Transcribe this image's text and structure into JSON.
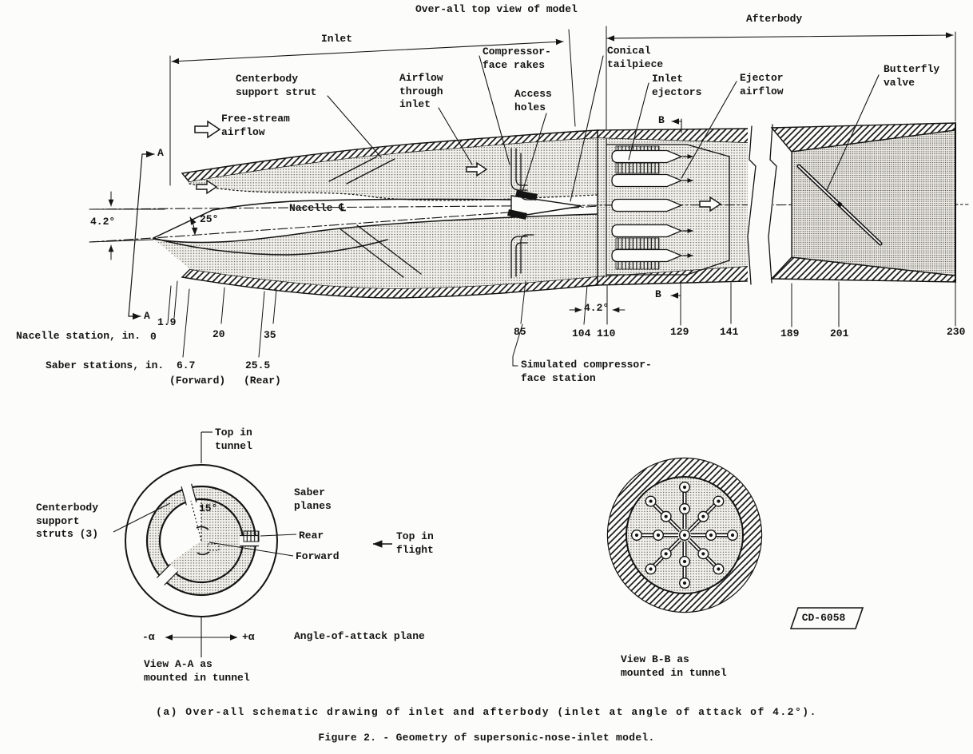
{
  "fig": {
    "title": "Over-all top view of model",
    "dim_inlet": "Inlet",
    "dim_afterbody": "Afterbody",
    "labels": {
      "free_stream": "Free-stream\nairflow",
      "centerbody_strut": "Centerbody\nsupport strut",
      "airflow_inlet": "Airflow\nthrough\ninlet",
      "compressor_rakes": "Compressor-\nface rakes",
      "access_holes": "Access\nholes",
      "conical_tailpiece": "Conical\ntailpiece",
      "inlet_ejectors": "Inlet\nejectors",
      "ejector_airflow": "Ejector\nairflow",
      "butterfly_valve": "Butterfly\nvalve",
      "nacelle_centerline": "Nacelle ℄",
      "cone_angle": "25°",
      "aoa_left": "4.2°",
      "aoa_station": "4.2°",
      "section_a": "A",
      "section_b": "B"
    },
    "stations": {
      "nacelle_label": "Nacelle station, in.",
      "saber_label": "Saber stations, in.",
      "values": [
        "0",
        "1.9",
        "20",
        "35",
        "85",
        "104",
        "110",
        "129",
        "141",
        "189",
        "201",
        "230"
      ],
      "saber_values": [
        "6.7",
        "25.5"
      ],
      "saber_notes": [
        "(Forward)",
        "(Rear)"
      ],
      "simulated_compressor": "Simulated compressor-\nface station"
    },
    "view_aa": {
      "top_in_tunnel": "Top in\ntunnel",
      "saber_planes": "Saber\nplanes",
      "centerbody_struts": "Centerbody\nsupport\nstruts (3)",
      "rear": "Rear",
      "forward": "Forward",
      "top_in_flight": "Top in\nflight",
      "angle_15": "15°",
      "minus_alpha": "-α",
      "plus_alpha": "+α",
      "aoa_plane": "Angle-of-attack plane",
      "caption": "View A-A as\nmounted in tunnel"
    },
    "view_bb": {
      "caption": "View B-B as\nmounted in tunnel",
      "stamp": "CD-6058"
    },
    "captions": {
      "sub": "(a) Over-all schematic drawing of inlet and afterbody (inlet at angle of attack of 4.2°).",
      "figure": "Figure 2. - Geometry of supersonic-nose-inlet model."
    },
    "ink": "#141414"
  }
}
